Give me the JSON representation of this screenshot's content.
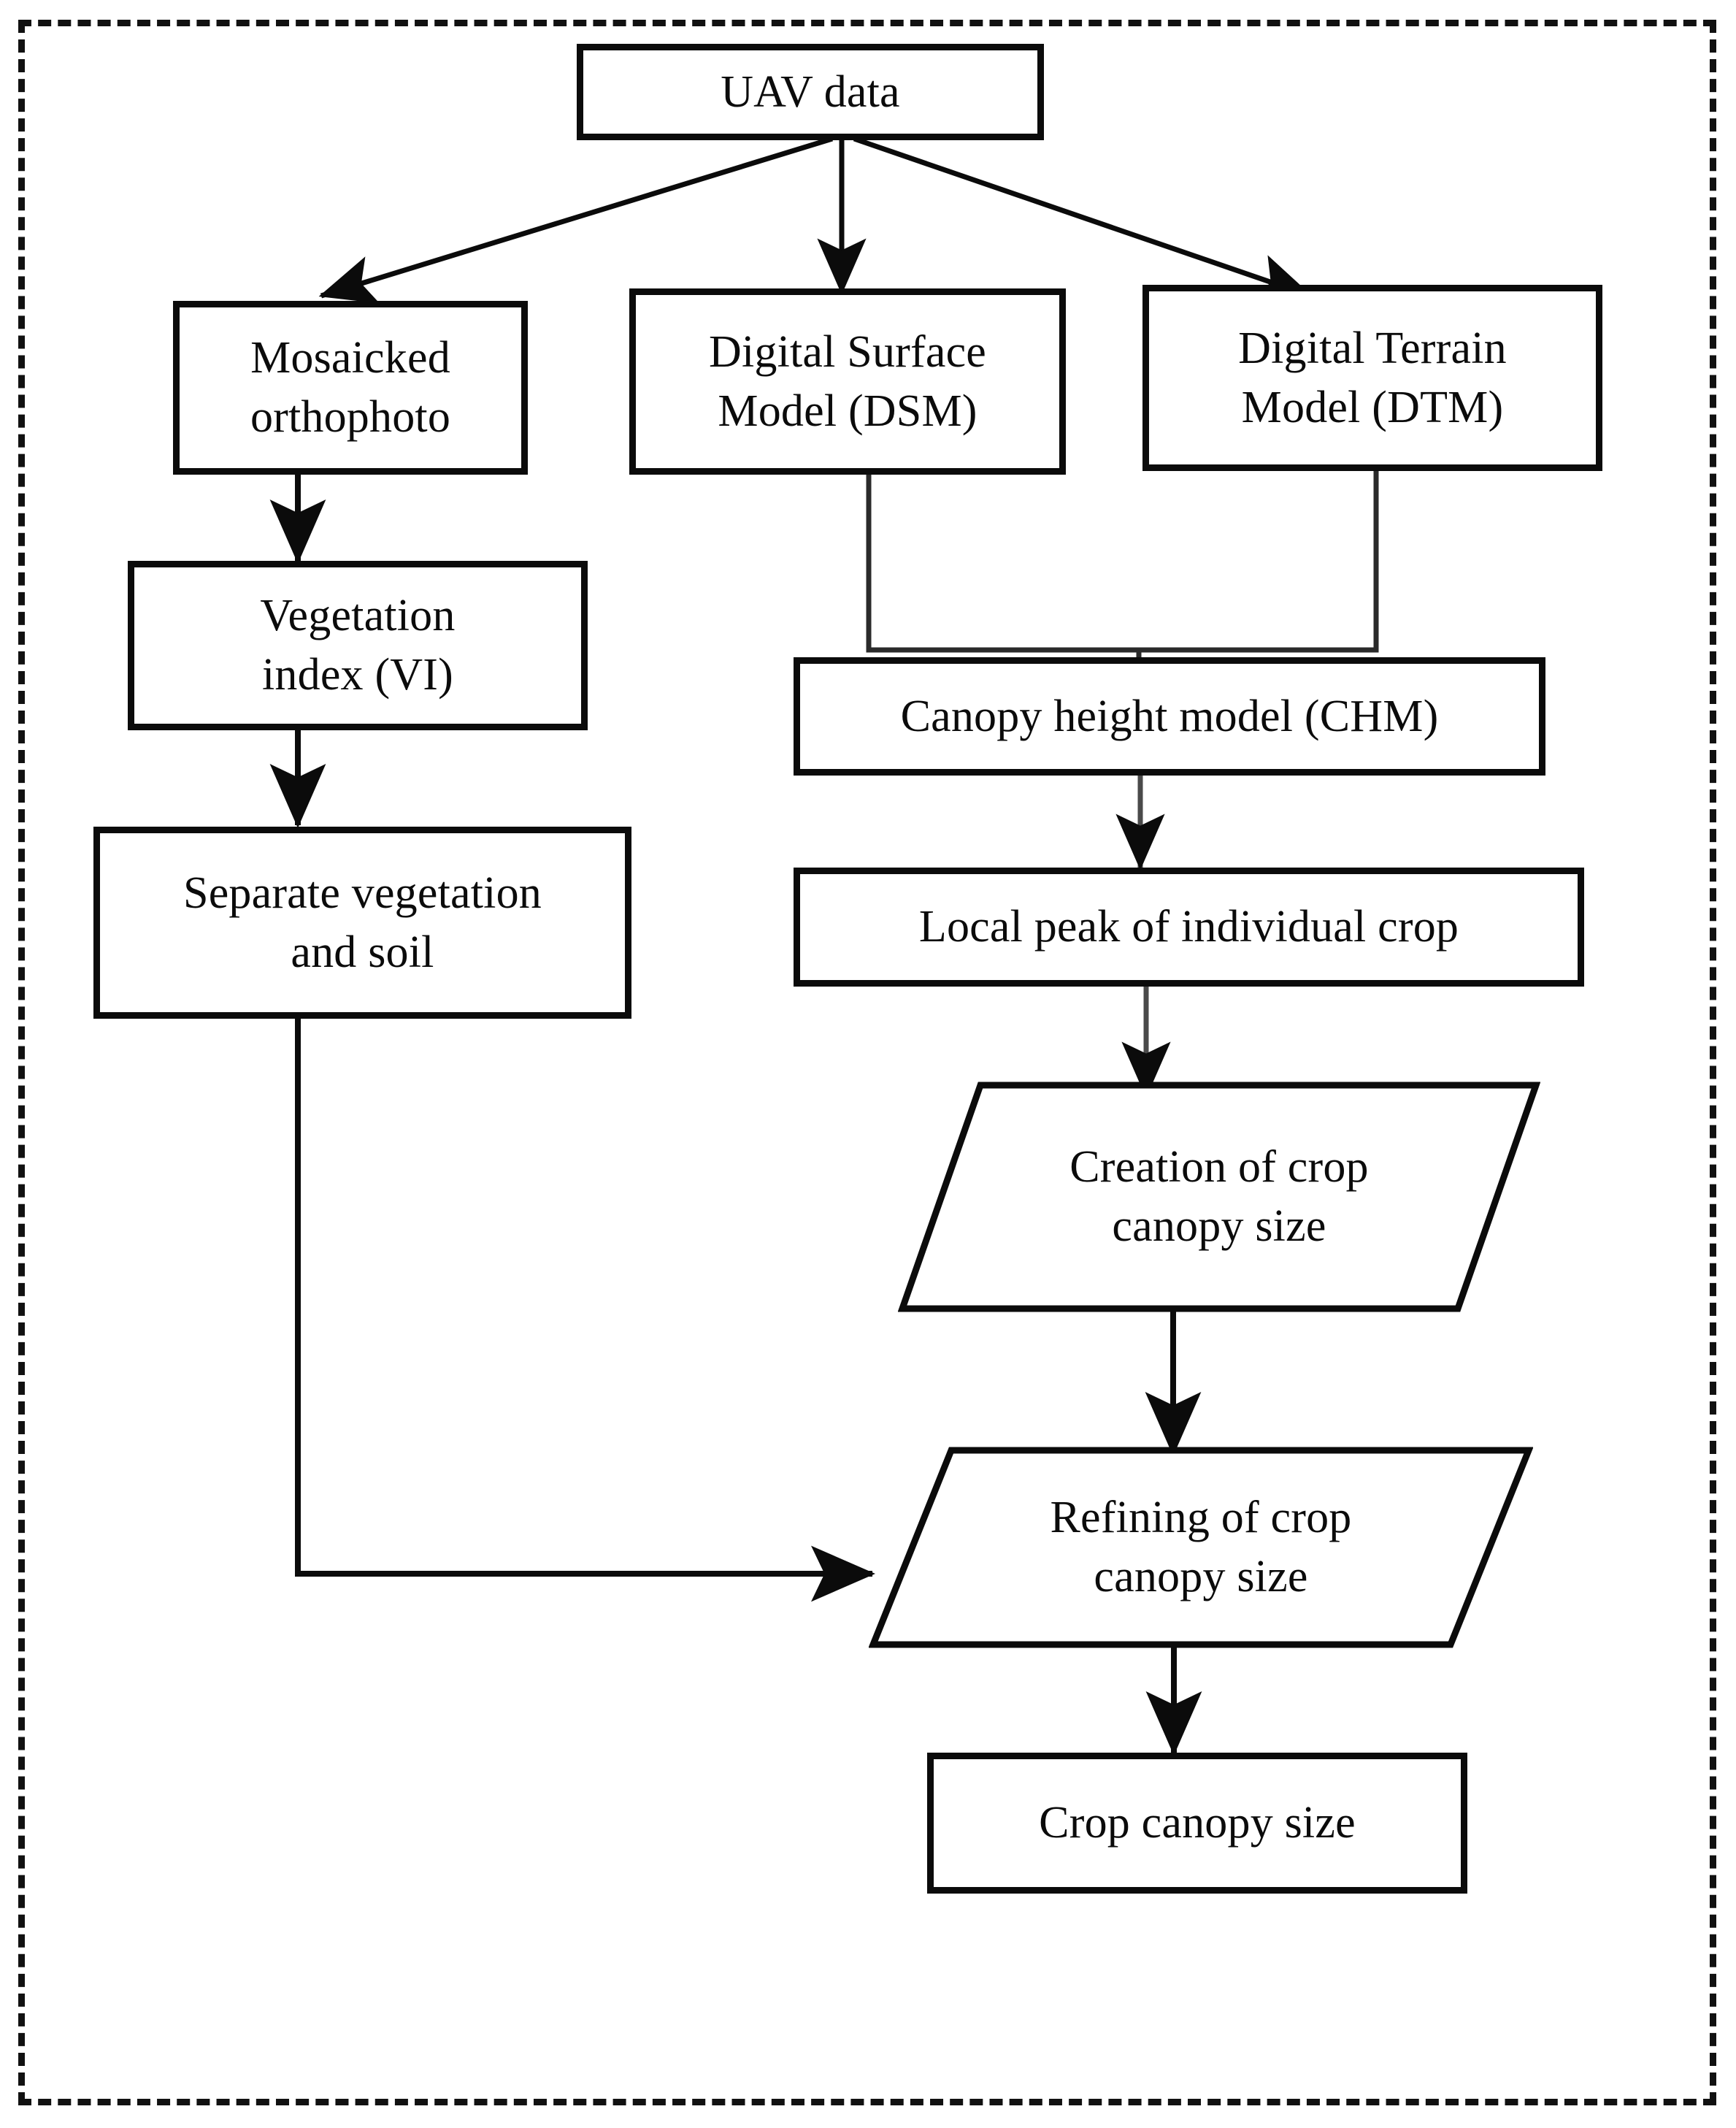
{
  "diagram": {
    "type": "flowchart",
    "title": "UAV data processing workflow for crop canopy size estimation",
    "frame_style": "dashed-border",
    "colors": {
      "stroke": "#0b0b0b",
      "fill": "#ffffff",
      "frame": "#111111"
    },
    "nodes": [
      {
        "id": "uav-data",
        "label": "UAV data",
        "shape": "rectangle"
      },
      {
        "id": "mosaicked-orthophoto",
        "label": "Mosaicked\northophoto",
        "shape": "rectangle"
      },
      {
        "id": "dsm",
        "label": "Digital Surface\nModel (DSM)",
        "shape": "rectangle"
      },
      {
        "id": "dtm",
        "label": "Digital Terrain\nModel (DTM)",
        "shape": "rectangle"
      },
      {
        "id": "vegetation-index",
        "label": "Vegetation\nindex (VI)",
        "shape": "rectangle"
      },
      {
        "id": "canopy-height-model",
        "label": "Canopy height model (CHM)",
        "shape": "rectangle"
      },
      {
        "id": "separate-veg-soil",
        "label": "Separate vegetation\nand soil",
        "shape": "rectangle"
      },
      {
        "id": "local-peak",
        "label": "Local peak of individual crop",
        "shape": "rectangle"
      },
      {
        "id": "creation-canopy",
        "label": "Creation of crop\ncanopy size",
        "shape": "parallelogram"
      },
      {
        "id": "refining-canopy",
        "label": "Refining of crop\ncanopy size",
        "shape": "parallelogram"
      },
      {
        "id": "crop-canopy-size",
        "label": "Crop canopy size",
        "shape": "rectangle"
      }
    ],
    "edges": [
      {
        "from": "uav-data",
        "to": "mosaicked-orthophoto",
        "style": "arrow-diagonal"
      },
      {
        "from": "uav-data",
        "to": "dsm",
        "style": "arrow-straight"
      },
      {
        "from": "uav-data",
        "to": "dtm",
        "style": "arrow-diagonal"
      },
      {
        "from": "mosaicked-orthophoto",
        "to": "vegetation-index",
        "style": "arrow-straight"
      },
      {
        "from": "vegetation-index",
        "to": "separate-veg-soil",
        "style": "arrow-straight"
      },
      {
        "from": "dsm",
        "to": "canopy-height-model",
        "style": "arrow-elbow-merge"
      },
      {
        "from": "dtm",
        "to": "canopy-height-model",
        "style": "arrow-elbow-merge"
      },
      {
        "from": "canopy-height-model",
        "to": "local-peak",
        "style": "arrow-straight"
      },
      {
        "from": "local-peak",
        "to": "creation-canopy",
        "style": "arrow-straight"
      },
      {
        "from": "creation-canopy",
        "to": "refining-canopy",
        "style": "arrow-straight"
      },
      {
        "from": "separate-veg-soil",
        "to": "refining-canopy",
        "style": "arrow-elbow-right"
      },
      {
        "from": "refining-canopy",
        "to": "crop-canopy-size",
        "style": "arrow-straight"
      }
    ]
  },
  "labels": {
    "uav_data": "UAV data",
    "mosaicked_orthophoto_l1": "Mosaicked",
    "mosaicked_orthophoto_l2": "orthophoto",
    "dsm_l1": "Digital Surface",
    "dsm_l2": "Model (DSM)",
    "dtm_l1": "Digital Terrain",
    "dtm_l2": "Model (DTM)",
    "vegetation_index_l1": "Vegetation",
    "vegetation_index_l2": "index (VI)",
    "canopy_height_model": "Canopy height model (CHM)",
    "separate_veg_soil_l1": "Separate vegetation",
    "separate_veg_soil_l2": "and soil",
    "local_peak": "Local peak of individual crop",
    "creation_canopy_l1": "Creation of crop",
    "creation_canopy_l2": "canopy size",
    "refining_canopy_l1": "Refining of crop",
    "refining_canopy_l2": "canopy size",
    "crop_canopy_size": "Crop canopy size"
  }
}
